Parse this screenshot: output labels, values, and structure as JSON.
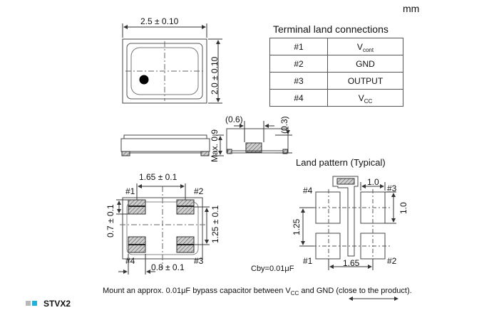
{
  "unit": "mm",
  "table": {
    "title": "Terminal land connections",
    "rows": [
      {
        "pin": "#1",
        "name": "V",
        "sub": "cont"
      },
      {
        "pin": "#2",
        "name": "GND",
        "sub": ""
      },
      {
        "pin": "#3",
        "name": "OUTPUT",
        "sub": ""
      },
      {
        "pin": "#4",
        "name": "V",
        "sub": "CC"
      }
    ]
  },
  "top_view": {
    "width_dim": "2.5 ± 0.10",
    "height_dim": "2.0 ± 0.10"
  },
  "side_view": {
    "height_dim": "Max. 0.9"
  },
  "end_view": {
    "dim_a": "(0.6)",
    "dim_b": "(0.3)"
  },
  "bottom_view": {
    "pitch_x": "1.65 ± 0.1",
    "pad_w": "0.8 ± 0.1",
    "pad_h": "0.7 ± 0.1",
    "pitch_y": "1.25 ± 0.1",
    "pins": [
      "#1",
      "#2",
      "#3",
      "#4"
    ]
  },
  "land_pattern": {
    "title": "Land pattern (Typical)",
    "dim_w": "1.0",
    "dim_h": "1.0",
    "dim_pitch_y": "1.25",
    "dim_pitch_x": "1.65",
    "pins": [
      "#4",
      "#3",
      "#1",
      "#2"
    ],
    "cby": "Cby=0.01μF"
  },
  "note": {
    "pre": "Mount an approx. 0.01μF bypass capacitor between V",
    "sub": "CC",
    "post": "and GND (close to the product)."
  },
  "model": "STVX2",
  "colors": {
    "accent": "#1fb2dc",
    "gray": "#b9b9b9",
    "line": "#333333"
  }
}
